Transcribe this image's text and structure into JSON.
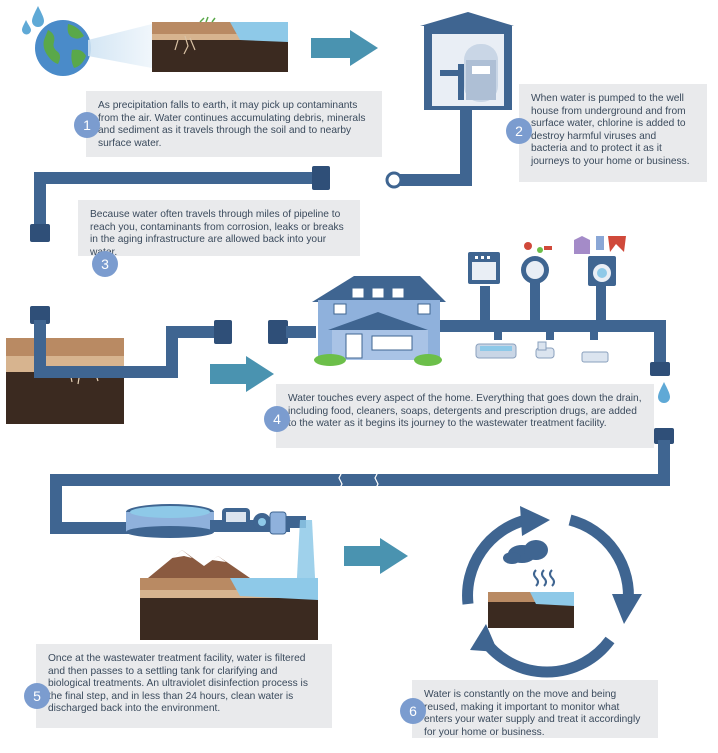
{
  "steps": [
    {
      "number": "1",
      "text": "As precipitation falls to earth, it may pick up contaminants from the air. Water continues accumulating debris, minerals and sediment as it travels through the soil and to nearby surface water."
    },
    {
      "number": "2",
      "text": "When water is pumped to the well house from underground and from surface water, chlorine is added to destroy harmful viruses and bacteria and to protect it as it journeys to your home or business."
    },
    {
      "number": "3",
      "text": "Because water often travels through miles of pipeline to reach you, contaminants from corrosion, leaks or breaks in the aging infrastructure are allowed back into your water."
    },
    {
      "number": "4",
      "text": "Water touches every aspect of the home. Everything that goes down the drain, including food, cleaners, soaps, detergents and prescription drugs, are added to the water as it begins its journey to the wastewater treatment facility."
    },
    {
      "number": "5",
      "text": "Once at the wastewater treatment facility, water is filtered and then passes to a settling tank for clarifying and biological treatments. An ultraviolet disinfection process is the final step, and in less than 24 hours, clean water is discharged back into the environment."
    },
    {
      "number": "6",
      "text": "Water is constantly on the move and being reused, making it important to monitor what enters your water supply and treat it accordingly for your home or business."
    }
  ],
  "colors": {
    "pipe": "#3f6591",
    "pipe_dark": "#2f4f78",
    "arrow": "#4a93b0",
    "water": "#8ec9e8",
    "soil_top": "#b98a63",
    "soil_dark": "#3b2a20",
    "box_bg": "#e9eaec",
    "number_badge": "#7b9ccf",
    "grass": "#6cbf4a"
  },
  "icons": [
    "earth-icon",
    "raindrop-icon",
    "well-house-icon",
    "house-icon",
    "stove-icon",
    "food-plate-icon",
    "clothes-icon",
    "washing-machine-icon",
    "bathtub-icon",
    "toilet-icon",
    "sink-icon",
    "settling-tank-icon",
    "uv-disinfection-icon",
    "mountain-icon",
    "cloud-icon",
    "steam-icon",
    "recycle-arrows-icon",
    "flow-arrow-icon"
  ]
}
